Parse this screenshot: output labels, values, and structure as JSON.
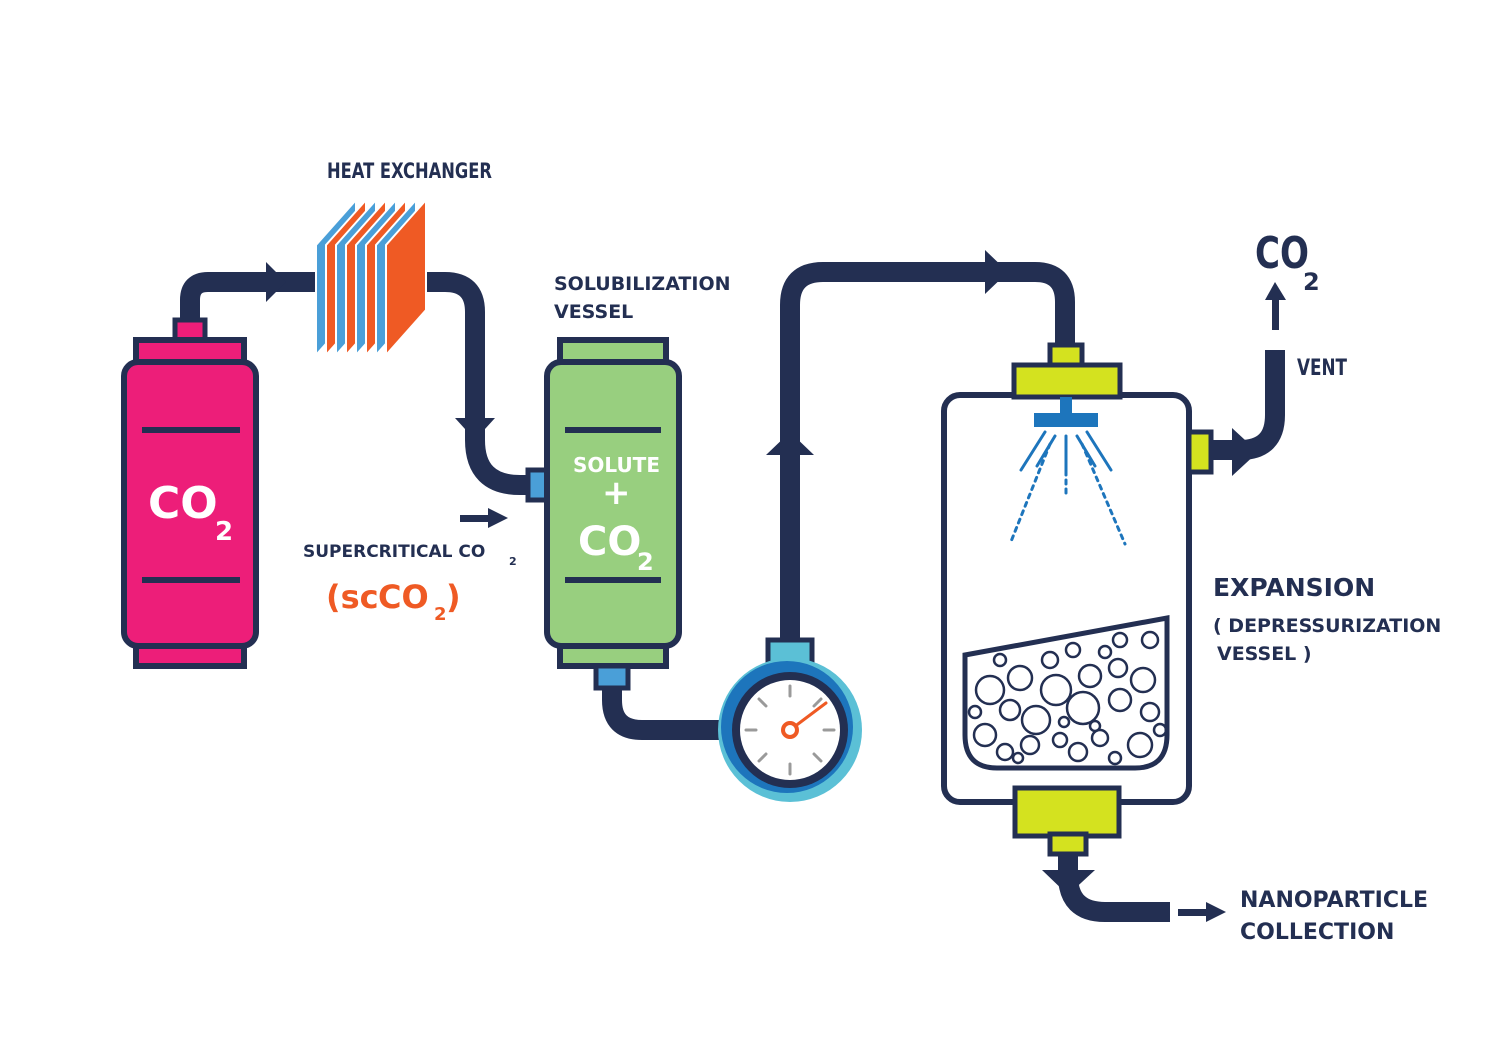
{
  "labels": {
    "heat_exchanger": "HEAT EXCHANGER",
    "solubilization_line1": "SOLUBILIZATION",
    "solubilization_line2": "VESSEL",
    "tank_main": "CO",
    "tank_sub": "2",
    "solute": "SOLUTE",
    "plus": "+",
    "vessel_co2_main": "CO",
    "vessel_co2_sub": "2",
    "supercritical_main": "SUPERCRITICAL CO",
    "supercritical_sub": "2",
    "scco2_open": "(sc",
    "scco2_co": "CO",
    "scco2_sub": "2",
    "scco2_close": ")",
    "vent_co2_main": "CO",
    "vent_co2_sub": "2",
    "vent": "VENT",
    "expansion": "EXPANSION",
    "depress_line1": "( DEPRESSURIZATION",
    "depress_line2": "VESSEL )",
    "nano_line1": "NANOPARTICLE",
    "nano_line2": "COLLECTION"
  },
  "colors": {
    "pipe": "#232f52",
    "tank": "#ed1e79",
    "tank_cap": "#ed1e79",
    "vessel": "#98cf7f",
    "connector_blue": "#4a9fd8",
    "exchanger_blue": "#4a9fd8",
    "exchanger_orange": "#ef5a24",
    "gauge_ring": "#5bc0d6",
    "gauge_needle": "#ef5a24",
    "nozzle": "#d4e21f",
    "spray": "#1d75bc"
  }
}
